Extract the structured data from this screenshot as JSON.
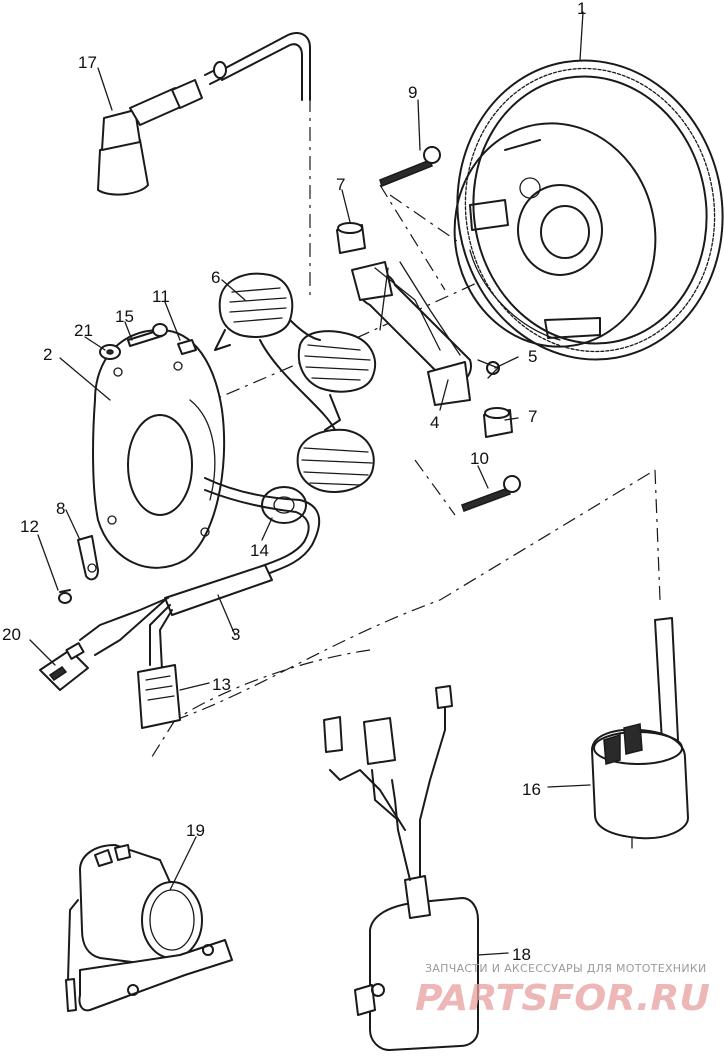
{
  "diagram": {
    "callouts": {
      "c1": "1",
      "c2": "2",
      "c3": "3",
      "c4": "4",
      "c5": "5",
      "c6": "6",
      "c7a": "7",
      "c7b": "7",
      "c8": "8",
      "c9": "9",
      "c10": "10",
      "c11": "11",
      "c12": "12",
      "c13": "13",
      "c14": "14",
      "c15": "15",
      "c16": "16",
      "c17": "17",
      "c18": "18",
      "c19": "19",
      "c20": "20",
      "c21": "21"
    }
  },
  "watermark": {
    "tagline": "ЗАПЧАСТИ И АКСЕССУАРЫ ДЛЯ МОТОТЕХНИКИ",
    "site": "PARTSFOR.RU"
  }
}
